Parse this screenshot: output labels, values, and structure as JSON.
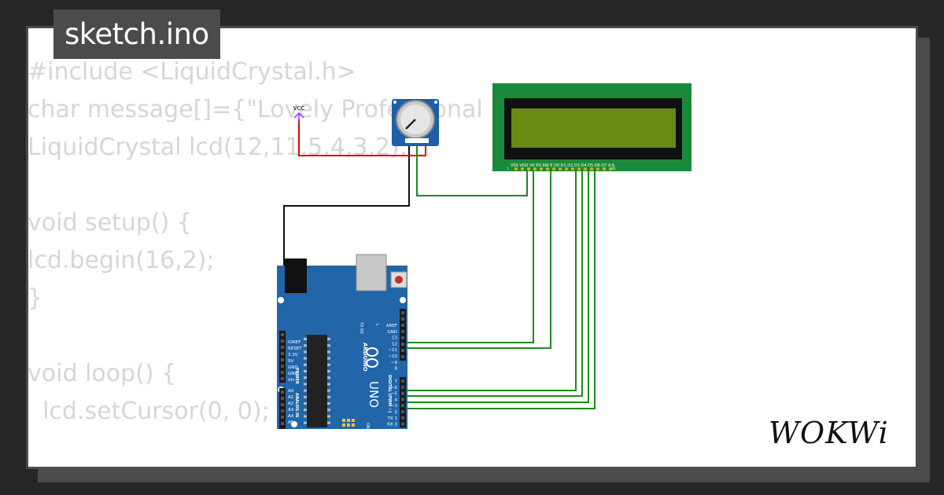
{
  "project": {
    "title": "sketch.ino"
  },
  "code_lines": [
    "#include <LiquidCrystal.h>",
    "char message[]={\"Lovely Professional",
    "LiquidCrystal lcd(12,11,5,4,3,2);",
    "",
    "void setup() {",
    "lcd.begin(16,2);",
    "}",
    "",
    "void loop() {",
    "  lcd.setCursor(0, 0);"
  ],
  "components": {
    "vcc_label": "VCC",
    "lcd_pin_labels": "VSS VDD V0 RS RW E D0 D1 D2 D3 D4 D5 D6 D7 A K",
    "lcd_pin_first": "1",
    "lcd_pin_last": "16",
    "arduino_brand": "ARDUINO",
    "arduino_model": "UNO",
    "arduino_on_label": "ON",
    "arduino_digital_label": "DIGITAL (PWM ~)",
    "arduino_power_label": "POWER",
    "arduino_analog_label": "ANALOG IN",
    "arduino_tx": "TX",
    "arduino_rx": "RX",
    "arduino_l": "L",
    "power_pins": [
      "IOREF",
      "RESET",
      "3.3V",
      "5V",
      "GND",
      "GND",
      "Vin"
    ],
    "analog_pins": [
      "A0",
      "A1",
      "A2",
      "A3",
      "A4",
      "A5"
    ],
    "digital_pins_top": [
      "AREF",
      "GND",
      "13",
      "12",
      "~11",
      "~10",
      "~9",
      "8"
    ],
    "digital_pins_bottom": [
      "7",
      "~6",
      "~5",
      "4",
      "~3",
      "2",
      "TX 1",
      "RX 0"
    ]
  },
  "colors": {
    "frame": "#4b4b4b",
    "background": "#262626",
    "code_text": "#d6d6d6",
    "wire_green": "#1e8a1e",
    "wire_red": "#e00000",
    "wire_black": "#111111",
    "lcd_board": "#1a8a3a",
    "lcd_screen": "#6b8a12",
    "arduino_blue": "#2266aa"
  },
  "branding": {
    "logo": "WOKWi"
  }
}
